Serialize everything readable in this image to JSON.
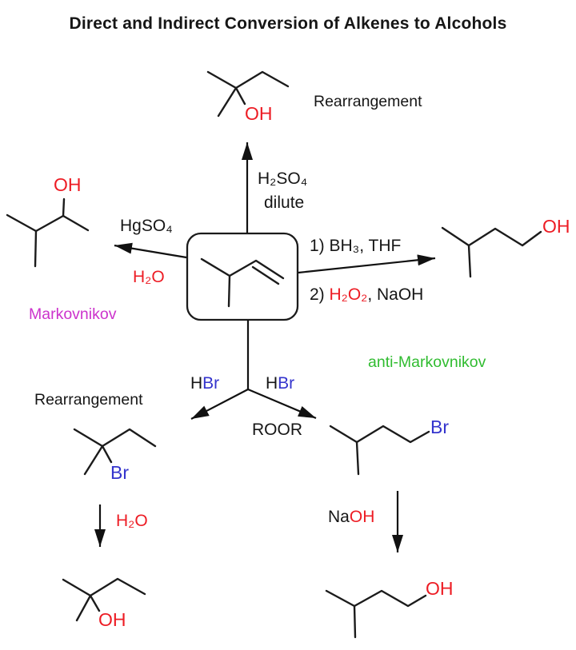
{
  "title": "Direct and Indirect Conversion of Alkenes to Alcohols",
  "colors": {
    "red": "#ed1c24",
    "blue": "#3434cd",
    "magenta": "#cc33cc",
    "green": "#30bc30"
  },
  "pathways": {
    "acid_hydration": {
      "reagent": "H₂SO₄",
      "condition": "dilute",
      "note": "Rearrangement",
      "product_oh": "OH"
    },
    "oxymercuration": {
      "reagent": "HgSO₄",
      "solvent": "H₂O",
      "note": "Markovnikov",
      "product_oh": "OH"
    },
    "hydroboration": {
      "step1": "1) BH₃, THF",
      "step2_num": "2) ",
      "step2_peroxide": "H₂O₂",
      "step2_base": ", NaOH",
      "note": "anti-Markovnikov",
      "product_oh": "OH"
    },
    "hbr_markovnikov": {
      "reagent_h": "H",
      "reagent_x": "Br",
      "note": "Rearrangement",
      "halide_label": "Br",
      "hydrolysis_reagent": "H₂O",
      "product_oh": "OH"
    },
    "hbr_anti_markovnikov": {
      "reagent_h": "H",
      "reagent_x": "Br",
      "peroxide": "ROOR",
      "halide_label": "Br",
      "base_na": "Na",
      "base_oh": "OH",
      "product_oh": "OH"
    }
  }
}
